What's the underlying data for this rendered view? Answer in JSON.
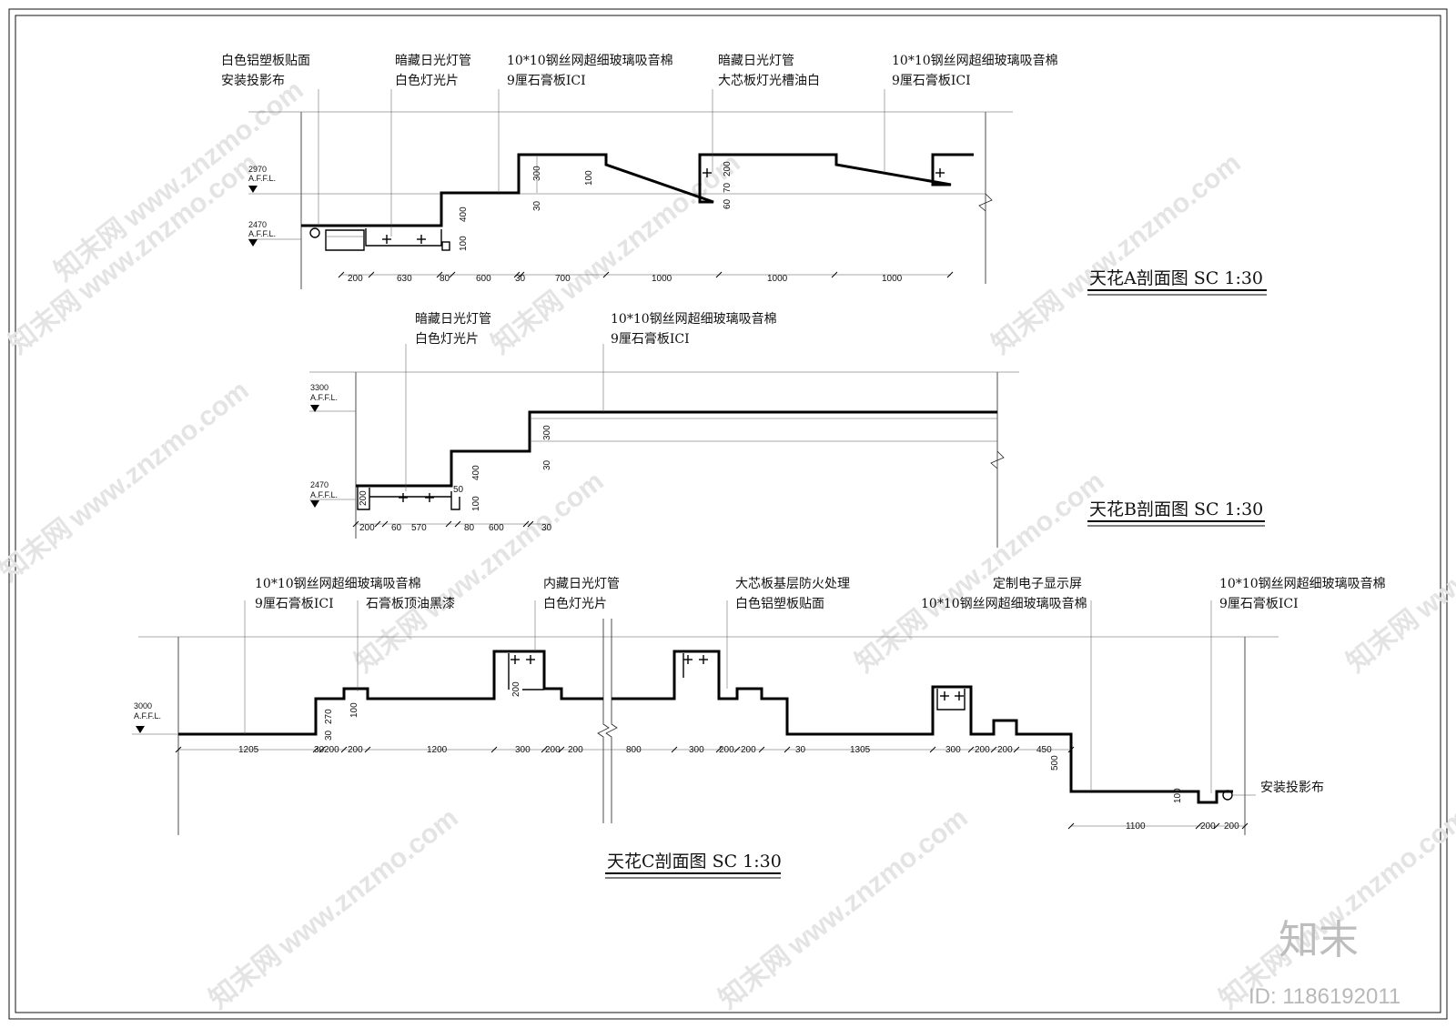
{
  "sections": {
    "a": {
      "title": "天花A剖面图  SC 1:30",
      "notes": [
        "白色铝塑板贴面",
        "安装投影布",
        "暗藏日光灯管",
        "白色灯光片",
        "10*10钢丝网超细玻璃吸音棉",
        "9厘石膏板ICI",
        "暗藏日光灯管",
        "大芯板灯光槽油白",
        "10*10钢丝网超细玻璃吸音棉",
        "9厘石膏板ICI"
      ],
      "levels": [
        {
          "value": "2970",
          "tag": "A.F.F.L."
        },
        {
          "value": "2470",
          "tag": "A.F.F.L."
        }
      ],
      "dims_h": [
        "200",
        "630",
        "80",
        "600",
        "30",
        "700",
        "1000",
        "1000",
        "1000"
      ],
      "dims_v": [
        "300",
        "100",
        "30",
        "400",
        "100",
        "60",
        "70",
        "200"
      ]
    },
    "b": {
      "title": "天花B剖面图  SC 1:30",
      "notes": [
        "暗藏日光灯管",
        "白色灯光片",
        "10*10钢丝网超细玻璃吸音棉",
        "9厘石膏板ICI"
      ],
      "levels": [
        {
          "value": "3300",
          "tag": "A.F.F.L."
        },
        {
          "value": "2470",
          "tag": "A.F.F.L."
        }
      ],
      "dims_h": [
        "200",
        "60",
        "570",
        "80",
        "600",
        "30"
      ],
      "dims_v": [
        "300",
        "30",
        "400",
        "100",
        "200",
        "50"
      ]
    },
    "c": {
      "title": "天花C剖面图  SC 1:30",
      "notes": [
        "10*10钢丝网超细玻璃吸音棉",
        "9厘石膏板ICI",
        "石膏板顶油黑漆",
        "内藏日光灯管",
        "白色灯光片",
        "大芯板基层防火处理",
        "白色铝塑板贴面",
        "定制电子显示屏",
        "10*10钢丝网超细玻璃吸音棉",
        "10*10钢丝网超细玻璃吸音棉",
        "9厘石膏板ICI",
        "安装投影布"
      ],
      "levels": [
        {
          "value": "3000",
          "tag": "A.F.F.L."
        }
      ],
      "dims_h": [
        "1205",
        "30",
        "200",
        "200",
        "1200",
        "300",
        "200",
        "200",
        "800",
        "300",
        "200",
        "200",
        "30",
        "1305",
        "300",
        "200",
        "200",
        "450",
        "1100",
        "200",
        "200"
      ],
      "dims_v": [
        "270",
        "30",
        "100",
        "200",
        "500",
        "100"
      ]
    }
  },
  "watermark": {
    "site": "www.znzmo.com",
    "brand": "知末网",
    "logo": "知末",
    "id": "ID: 1186192011"
  }
}
